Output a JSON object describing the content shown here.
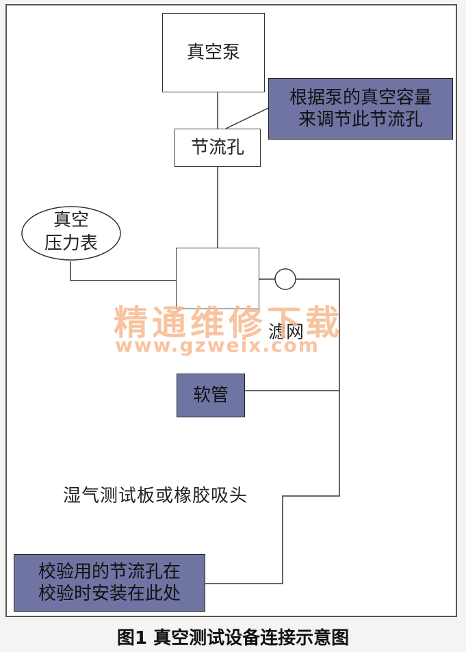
{
  "diagram": {
    "vacuum_pump": "真空泵",
    "orifice": "节流孔",
    "orifice_note": [
      "根据泵的真空容量",
      "来调节此节流孔"
    ],
    "gauge": [
      "真空",
      "压力表"
    ],
    "filter": "滤网",
    "hose": "软管",
    "test_plate": "湿气测试板或橡胶吸头",
    "calibration_note": [
      "校验用的节流孔在",
      "校验时安装在此处"
    ]
  },
  "watermark": {
    "name": "精通维修下载",
    "url": "www.gzweix.com"
  },
  "caption": "图1 真空测试设备连接示意图",
  "colors": {
    "note_fill": "#6f74a3",
    "watermark": "#f7b98f"
  }
}
